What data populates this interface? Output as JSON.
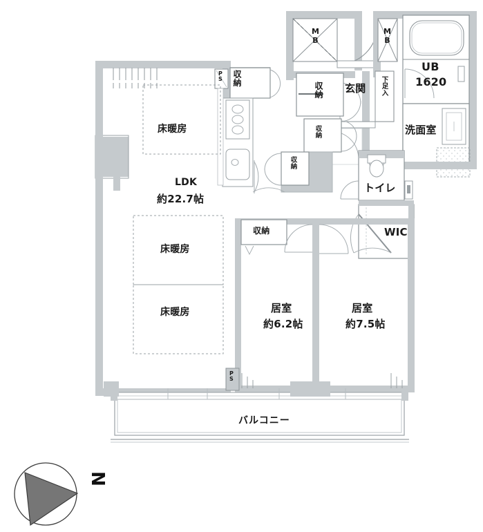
{
  "document": {
    "type": "japanese-apartment-floor-plan",
    "title": "間取り図"
  },
  "rooms": [
    {
      "id": "ldk",
      "name": "LDK",
      "area": "約22.7帖"
    },
    {
      "id": "bedroom1",
      "name": "居室",
      "area": "約6.2帖"
    },
    {
      "id": "bedroom2",
      "name": "居室",
      "area": "約7.5帖"
    }
  ],
  "floor_heating": {
    "label": "床暖房",
    "zones": 3
  },
  "labels": {
    "genkan": "玄関",
    "getabako": "下足入",
    "unit_bath": "UB",
    "unit_bath_size": "1620",
    "senmenshitsu": "洗面室",
    "toilet": "トイレ",
    "wic": "WIC",
    "balcony": "バルコニー",
    "storage": "収納",
    "meter_box_line1": "M",
    "meter_box_line2": "B",
    "pipe_space_line1": "P",
    "pipe_space_line2": "S",
    "north": "N"
  },
  "storage_closets": [
    {
      "id": "kitchen-storage",
      "label": "収納"
    },
    {
      "id": "entry-storage",
      "label": "収納"
    },
    {
      "id": "hall-storage",
      "label": "収納"
    },
    {
      "id": "center-storage",
      "label": "収納"
    },
    {
      "id": "bedroom1-storage",
      "label": "収納"
    }
  ],
  "meter_boxes": [
    {
      "id": "mb-left",
      "label": "MB"
    },
    {
      "id": "mb-right",
      "label": "MB"
    }
  ],
  "pipe_spaces": [
    {
      "id": "ps-kitchen",
      "label": "PS"
    },
    {
      "id": "ps-balcony",
      "label": "PS"
    }
  ],
  "colors": {
    "wall": "#c5cacd",
    "wall_dark": "#b3babe",
    "line": "#555b5e",
    "thin_line": "#8d9498",
    "text": "#1a1a1a",
    "background": "#ffffff",
    "compass_fill": "#767676"
  }
}
